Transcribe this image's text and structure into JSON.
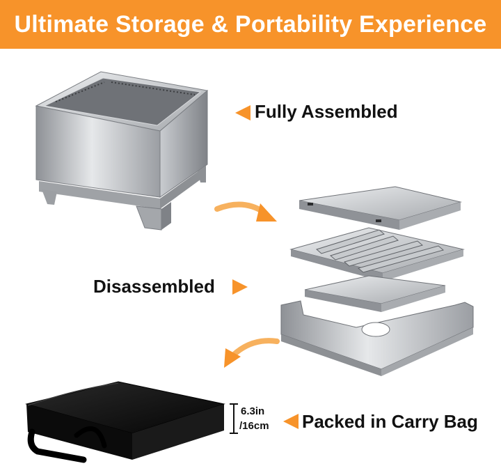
{
  "banner": {
    "title": "Ultimate Storage & Portability Experience"
  },
  "labels": {
    "assembled": "Fully Assembled",
    "disassembled": "Disassembled",
    "packed": "Packed in Carry Bag"
  },
  "dimensions": {
    "line1": "6.3in",
    "line2": "/16cm"
  },
  "colors": {
    "accent": "#f7932a",
    "steel": "#b9bcc0",
    "bag": "#111111"
  },
  "icons": [
    "fully-assembled-pointer-icon",
    "disassembled-pointer-icon",
    "packed-pointer-icon",
    "curved-arrow-icon"
  ]
}
